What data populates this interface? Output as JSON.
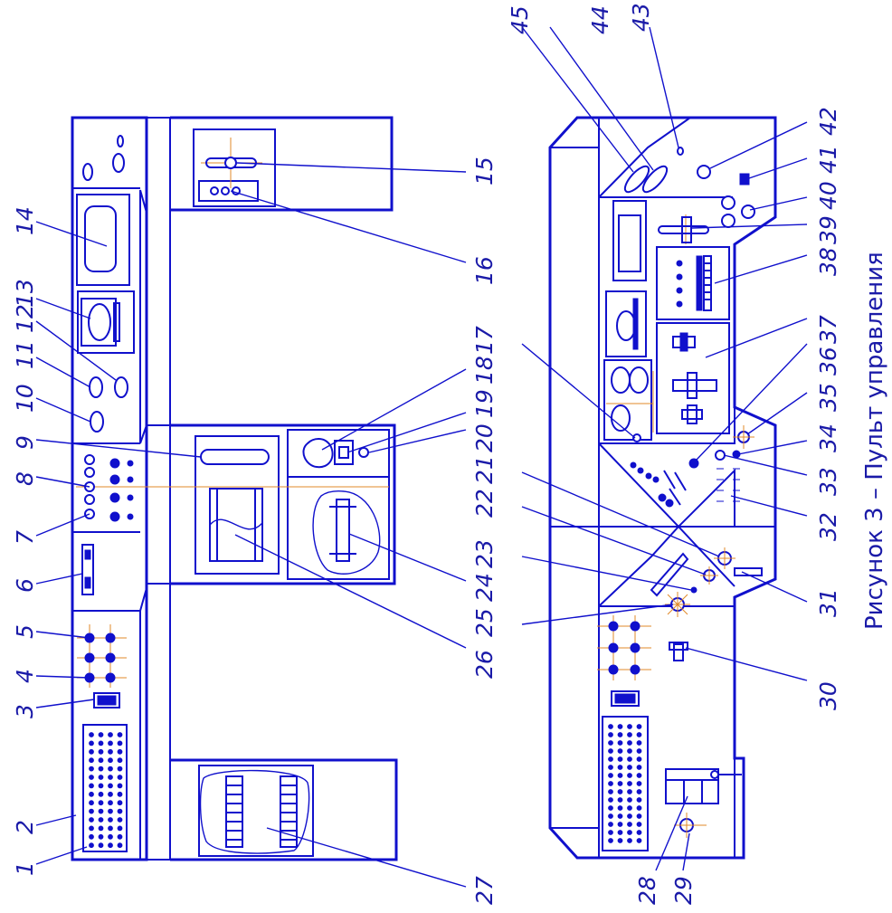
{
  "caption": "Рисунок 3 – Пульт управления",
  "callouts": [
    "1",
    "2",
    "3",
    "4",
    "5",
    "6",
    "7",
    "8",
    "9",
    "10",
    "11",
    "12",
    "13",
    "14",
    "15",
    "16",
    "17",
    "18",
    "19",
    "20",
    "21",
    "22",
    "23",
    "24",
    "25",
    "26",
    "27",
    "28",
    "29",
    "30",
    "31",
    "32",
    "33",
    "34",
    "35",
    "36",
    "37",
    "38",
    "39",
    "40",
    "41",
    "42",
    "43",
    "44",
    "45"
  ],
  "colors": {
    "line": "#1010cc",
    "axis": "#e08a2a",
    "text": "#1a1aa8",
    "background": "#ffffff"
  }
}
